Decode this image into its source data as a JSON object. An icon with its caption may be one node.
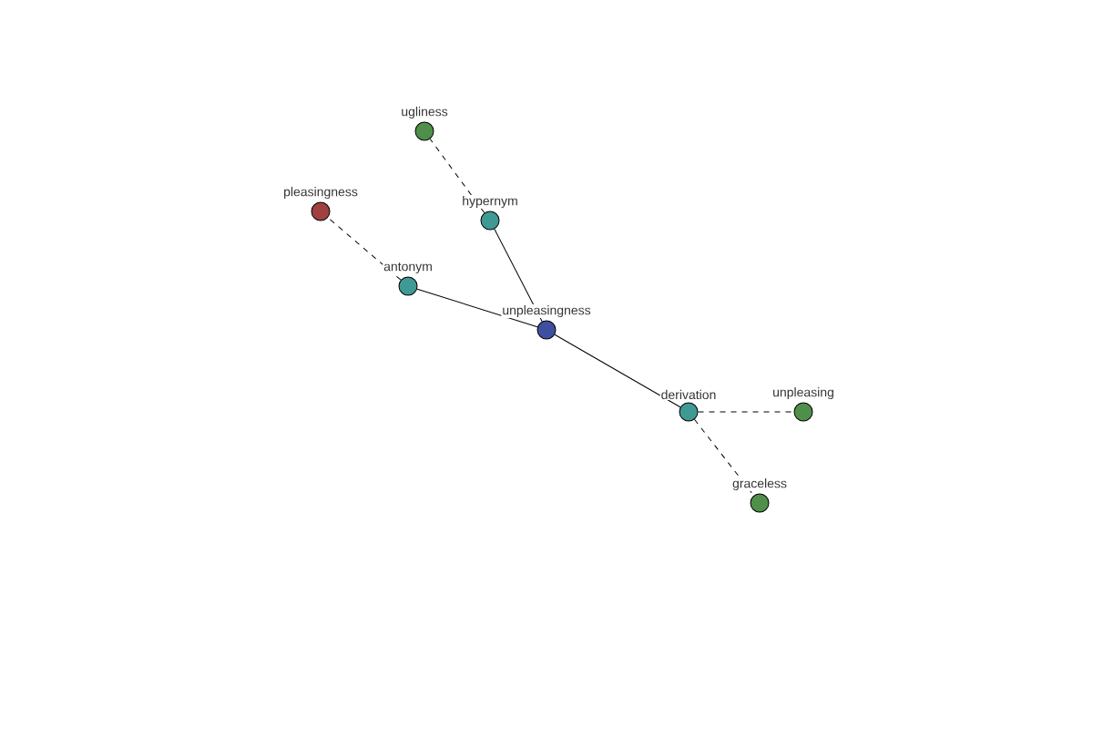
{
  "diagram": {
    "nodes": [
      {
        "text": [
          "ugliness"
        ]
      },
      {
        "text": [
          "pleasingness"
        ]
      },
      {
        "text": [
          "hypernym"
        ]
      },
      {
        "text": [
          "antonym"
        ]
      },
      {
        "text": [
          "unpleasingness"
        ]
      },
      {
        "text": [
          "derivation"
        ]
      },
      {
        "text": [
          "unpleasing"
        ]
      },
      {
        "text": [
          "graceless"
        ]
      }
    ],
    "edges": [
      {
        "from": 4,
        "to": 2,
        "arrow": "none"
      },
      {
        "from": 4,
        "to": 3,
        "arrow": "none"
      },
      {
        "from": 4,
        "to": 5,
        "arrow": "none"
      },
      {
        "from": 2,
        "to": 0,
        "arrow": "none",
        "style": "dashed"
      },
      {
        "from": 3,
        "to": 1,
        "arrow": "none",
        "style": "dashed"
      },
      {
        "from": 5,
        "to": 6,
        "arrow": "none",
        "style": "dashed"
      },
      {
        "from": 5,
        "to": 7,
        "arrow": "none",
        "style": "dashed"
      }
    ]
  }
}
